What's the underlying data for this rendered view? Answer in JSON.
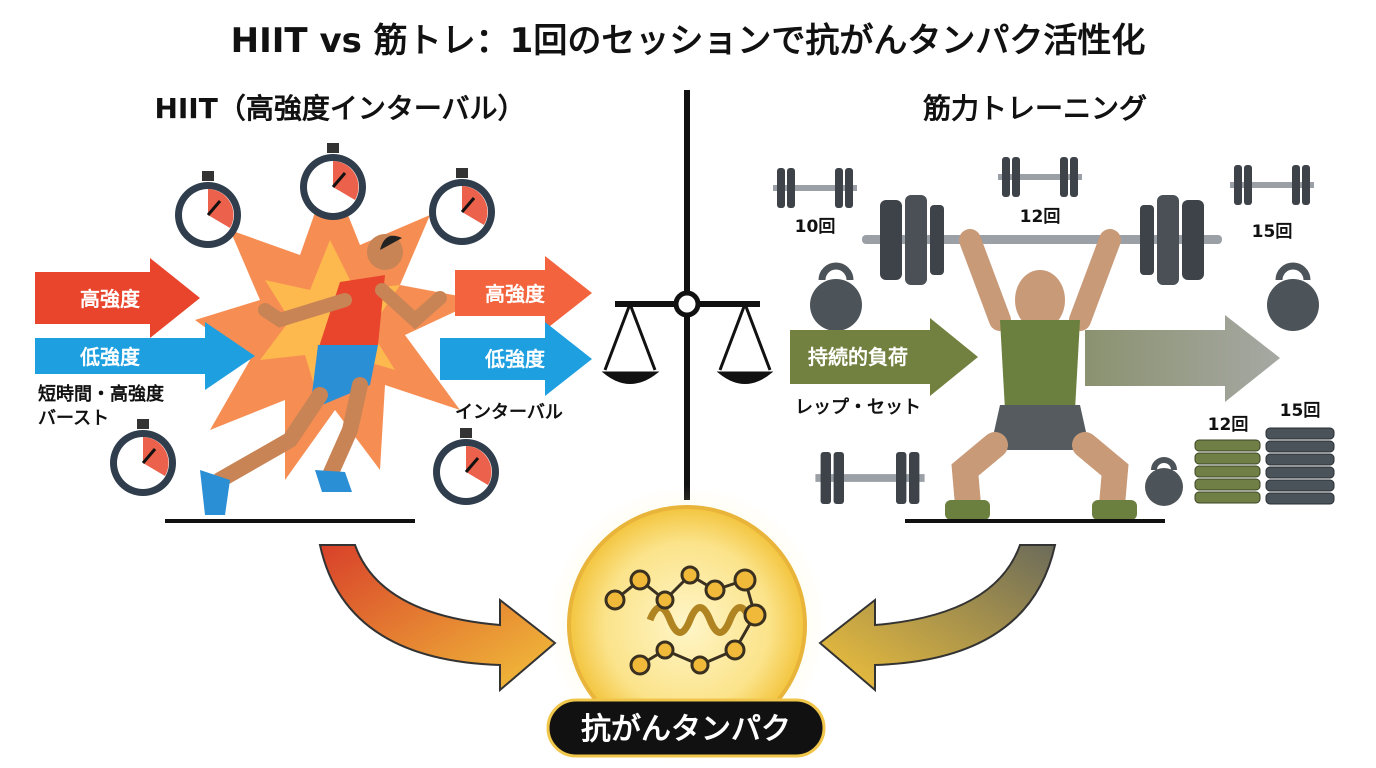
{
  "title": "HIIT vs 筋トレ：1回のセッションで抗がんタンパク活性化",
  "left": {
    "heading": "HIIT（高強度インターバル）",
    "arrows": [
      "高強度",
      "低強度",
      "高強度",
      "低強度"
    ],
    "caption_burst_1": "短時間・高強度",
    "caption_burst_2": "バースト",
    "caption_interval": "インターバル"
  },
  "right": {
    "heading": "筋力トレーニング",
    "reps": [
      "10回",
      "12回",
      "15回"
    ],
    "arrow_label": "持続的負荷",
    "caption": "レップ・セット",
    "stack_labels": [
      "12回",
      "15回"
    ]
  },
  "result_label": "抗がんタンパク",
  "colors": {
    "red": "#e8452c",
    "blue": "#1e9fe0",
    "olive": "#6f7f45",
    "gold": "#f0b93a",
    "dark": "#1a1a1a"
  }
}
